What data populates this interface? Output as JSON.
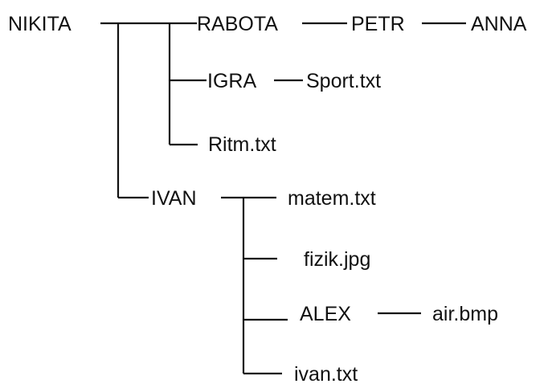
{
  "tree": {
    "root": "NIKITA",
    "nodes": {
      "rabota": "RABOTA",
      "petr": "PETR",
      "anna": "ANNA",
      "igra": "IGRA",
      "sport": "Sport.txt",
      "ritm": "Ritm.txt",
      "ivan": "IVAN",
      "matem": "matem.txt",
      "fizik": "fizik.jpg",
      "alex": "ALEX",
      "air": "air.bmp",
      "ivan_txt": "ivan.txt"
    }
  },
  "colors": {
    "ink": "#111111",
    "background": "#ffffff"
  }
}
